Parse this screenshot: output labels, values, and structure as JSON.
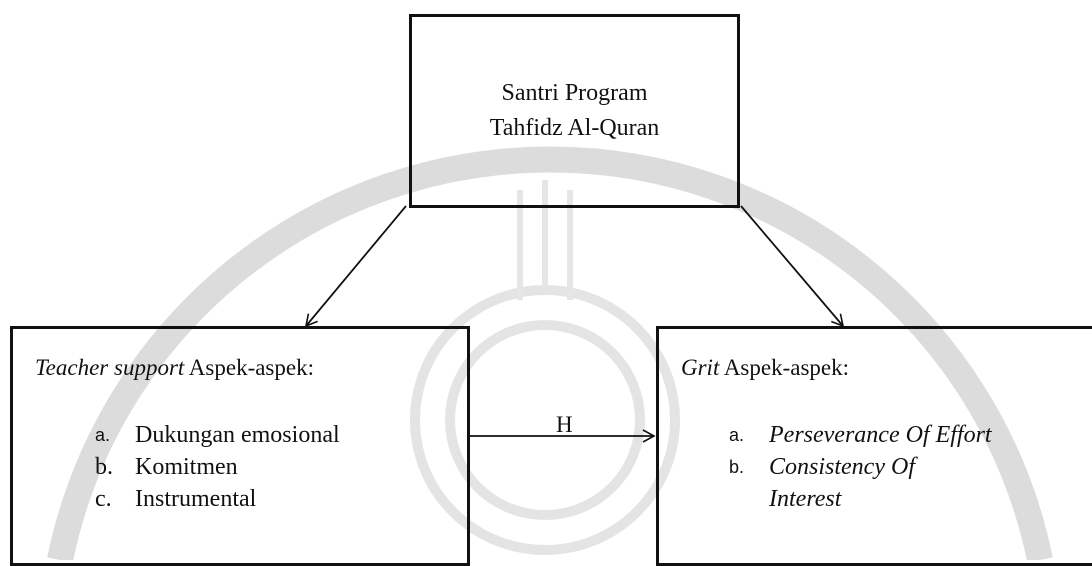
{
  "top_box": {
    "line1": "Santri Program",
    "line2": "Tahfidz Al-Quran"
  },
  "left_box": {
    "title_italic": "Teacher support",
    "title_rest": " Aspek-aspek:",
    "items": [
      {
        "marker": "a.",
        "text": "Dukungan emosional"
      },
      {
        "marker": "b.",
        "text": "Komitmen"
      },
      {
        "marker": "c.",
        "text": "Instrumental"
      }
    ]
  },
  "right_box": {
    "title_italic": "Grit",
    "title_rest": " Aspek-aspek:",
    "items": [
      {
        "marker": "a.",
        "text": "Perseverance Of Effort"
      },
      {
        "marker": "b.",
        "text": "Consistency Of"
      },
      {
        "marker": "",
        "text": "Interest"
      }
    ]
  },
  "arrow_label": "H",
  "colors": {
    "line": "#111111",
    "watermark": "#d9d9d9"
  }
}
